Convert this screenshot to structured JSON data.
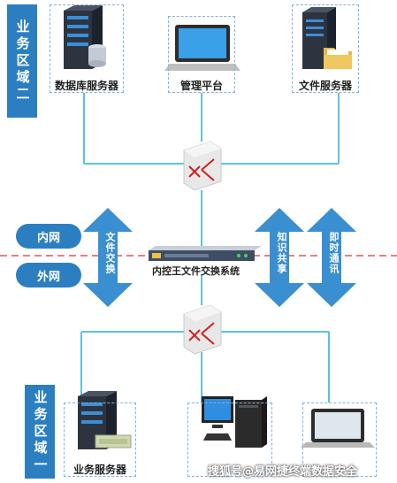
{
  "zones": {
    "top": "业务区域二",
    "bottom": "业务区域一"
  },
  "nodes": {
    "db_server": "数据库服务器",
    "mgmt_platform": "管理平台",
    "file_server": "文件服务器",
    "biz_server": "业务服务器"
  },
  "networks": {
    "inner": "内网",
    "outer": "外网"
  },
  "arrows": {
    "file_exchange": "文件交换",
    "knowledge_share": "知识共享",
    "instant_msg": "即时通讯"
  },
  "device": {
    "name": "内控王文件交换系统"
  },
  "watermark": "搜狐号@易网捷终端数据安全",
  "colors": {
    "zone_blue": "#2b7fc1",
    "arrow_blue": "#3a8fd0",
    "line_cyan": "#5cc3d8",
    "dashed_red": "#e03030"
  }
}
